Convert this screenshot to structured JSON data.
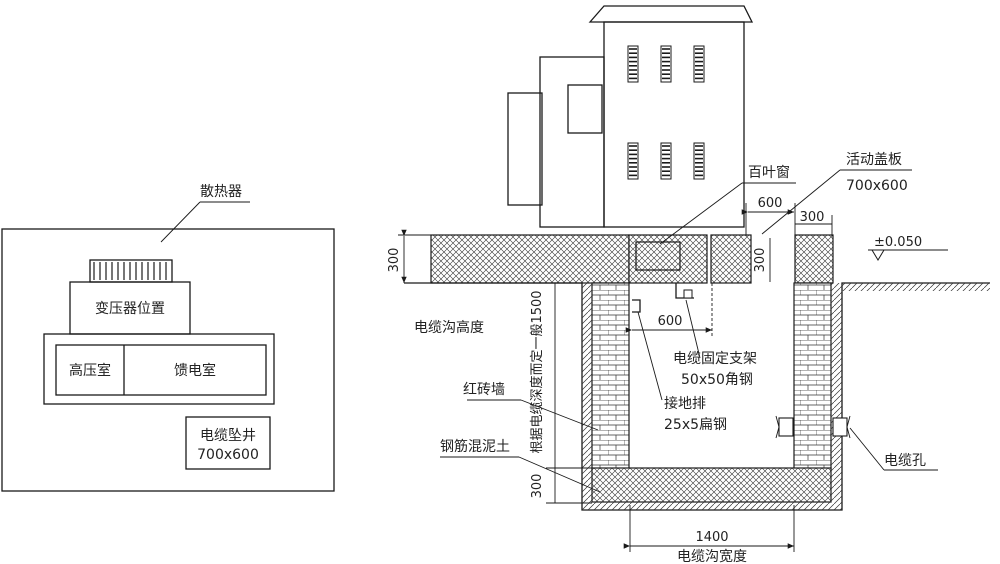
{
  "plan": {
    "radiator": "散热器",
    "transformer": "变压器位置",
    "hv_room": "高压室",
    "feeder_room": "馈电室",
    "cable_well": "电缆坠井",
    "cable_well_size": "700x600"
  },
  "section": {
    "louver": "百叶窗",
    "cover_plate": "活动盖板",
    "cover_plate_size": "700x600",
    "dim_600_top": "600",
    "dim_300_right": "300",
    "level": "±0.050",
    "dim_300_left": "300",
    "dim_300_slab": "300",
    "dim_600_mid": "600",
    "trench_height": "电缆沟高度",
    "depth_note": "根据电缆深度而定一般1500",
    "bracket": "电缆固定支架",
    "bracket_spec": "50x50角钢",
    "ground_bar": "接地排",
    "ground_bar_spec": "25x5扁钢",
    "brick_wall": "红砖墙",
    "concrete": "钢筋混泥土",
    "dim_300_bottom": "300",
    "cable_hole": "电缆孔",
    "dim_1400": "1400",
    "trench_width": "电缆沟宽度"
  }
}
